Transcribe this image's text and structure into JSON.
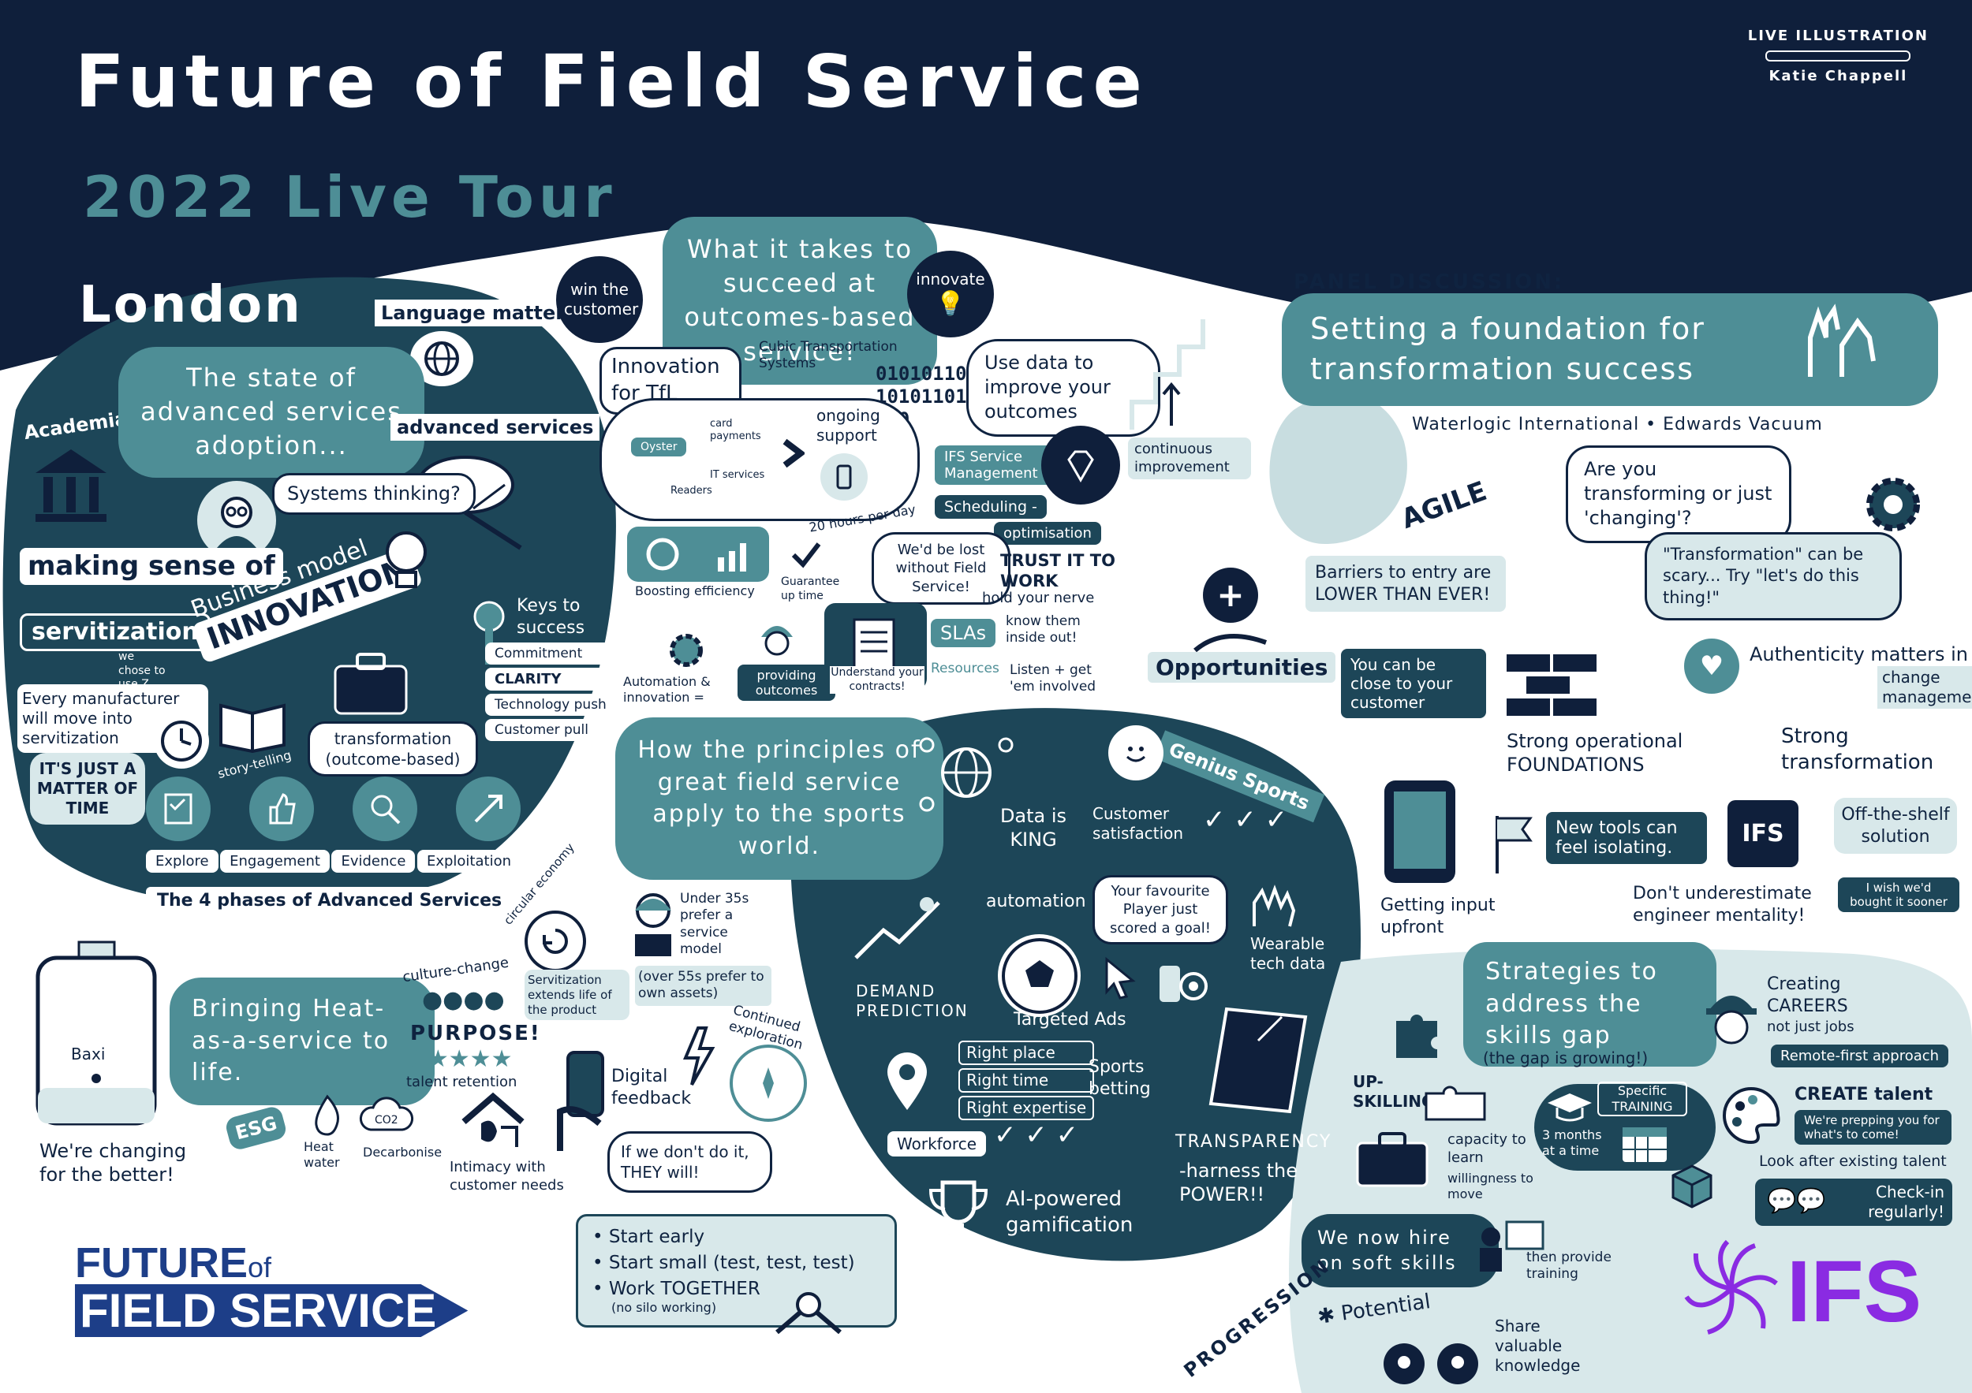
{
  "header": {
    "title": "Future of Field Service",
    "subtitle": "2022 Live Tour",
    "city": "London",
    "credit_top": "LIVE ILLUSTRATION",
    "credit_name": "Katie Chappell"
  },
  "left_section": {
    "academia": "Academia",
    "language": "Language matters",
    "state_bubble": "The state of advanced services adoption...",
    "advanced_services": "advanced services",
    "systems_thinking": "Systems thinking?",
    "making_sense": "making sense of",
    "servitization": "servitization",
    "we_chose": "we chose to use Z",
    "business_model": "Business model",
    "innovation": "INNOVATION",
    "keys_title": "Keys to success",
    "keys": [
      "Commitment",
      "CLARITY",
      "Technology push",
      "Customer pull"
    ],
    "every_manufacturer": "Every manufacturer will move into servitization",
    "matter_of_time": "IT'S JUST A MATTER OF TIME",
    "story_telling": "story-telling",
    "transformation": "transformation (outcome-based)",
    "phases": [
      "Explore",
      "Engagement",
      "Evidence",
      "Exploitation"
    ],
    "phases_title": "The 4 phases of Advanced Services"
  },
  "top_middle": {
    "win_customer": "win the customer",
    "succeed_bubble": "What it takes to succeed at outcomes-based service!",
    "innovate": "innovate",
    "innovation_tfl": "Innovation for TfL",
    "cubic": "Cubic Transportation Systems",
    "binary": "0101011010101101010",
    "use_data": "Use data to improve your outcomes",
    "oyster": "Oyster",
    "card_payments": "card payments",
    "readers": "Readers",
    "it_services": "IT services",
    "ongoing_support": "ongoing support",
    "hours": "20 hours per day",
    "ifs_service": "IFS Service Management",
    "scheduling": "Scheduling -",
    "optimisation": "optimisation",
    "boosting": "Boosting efficiency",
    "guarantee": "Guarantee up time",
    "lost": "We'd be lost without Field Service!",
    "trust": "TRUST IT TO WORK",
    "hold_nerve": "hold your nerve",
    "slas": "SLAs",
    "know_them": "know them inside out!",
    "automation_eq": "Automation & innovation =",
    "providing": "providing outcomes",
    "understand": "Understand your contracts!",
    "resources": "Resources",
    "listen": "Listen + get 'em involved",
    "continuous": "continuous improvement"
  },
  "panel": {
    "heading": "PANEL DISCUSSION:",
    "banner": "Setting a foundation for transformation success",
    "companies": "Waterlogic International • Edwards Vacuum",
    "agile": "AGILE",
    "transforming": "Are you transforming or just 'changing'?",
    "scary": "\"Transformation\" can be scary... Try \"let's do this thing!\"",
    "barriers": "Barriers to entry are LOWER THAN EVER!",
    "opportunities": "Opportunities",
    "close_customer": "You can be close to your customer",
    "authenticity": "Authenticity matters in",
    "change_mgmt": "change management",
    "strong_ops": "Strong operational FOUNDATIONS",
    "strong_trans": "Strong transformation",
    "new_tools": "New tools can feel isolating.",
    "ifs": "IFS",
    "off_shelf": "Off-the-shelf solution",
    "wish": "I wish we'd bought it sooner",
    "input": "Getting input upfront",
    "underestimate": "Don't underestimate engineer mentality!"
  },
  "sports": {
    "genius": "Genius Sports",
    "bubble": "How the principles of great field service apply to the sports world.",
    "data_king": "Data is KING",
    "satisfaction": "Customer satisfaction",
    "automation": "automation",
    "favourite": "Your favourite Player just scored a goal!",
    "wearable": "Wearable tech data",
    "demand": "DEMAND PREDICTION",
    "ads": "Targeted Ads",
    "right": [
      "Right place",
      "Right time",
      "Right expertise"
    ],
    "betting": "Sports betting",
    "workforce": "Workforce",
    "transparency": "TRANSPARENCY",
    "harness": "-harness the POWER!!",
    "ai": "AI-powered gamification"
  },
  "bottom_left": {
    "baxi": "Baxi",
    "heat_bubble": "Bringing Heat-as-a-service to life.",
    "changing": "We're changing for the better!",
    "esg": "ESG",
    "heat_water": "Heat water",
    "decarbonise": "Decarbonise",
    "co2": "CO2",
    "culture": "culture-change",
    "purpose": "PURPOSE!",
    "talent": "talent retention",
    "circular": "circular economy",
    "extends": "Servitization extends life of the product",
    "under35": "Under 35s prefer a service model",
    "over55": "(over 55s prefer to own assets)",
    "digital": "Digital feedback",
    "continued": "Continued exploration",
    "intimacy": "Intimacy with customer needs",
    "they_will": "If we don't do it, THEY will!",
    "tips": [
      "Start early",
      "Start small (test, test, test)",
      "Work TOGETHER"
    ],
    "no_silo": "(no silo working)"
  },
  "skills": {
    "bubble": "Strategies to address the skills gap",
    "growing": "(the gap is growing!)",
    "creating": "Creating CAREERS",
    "not_jobs": "not just jobs",
    "remote": "Remote-first approach",
    "upskilling": "UP-SKILLING",
    "specific": "Specific TRAINING",
    "months": "3 months at a time",
    "capacity": "capacity to learn",
    "willingness": "willingness to move",
    "create_talent": "CREATE talent",
    "prepping": "We're prepping you for what's to come!",
    "look_after": "Look after existing talent",
    "check_in": "Check-in regularly!",
    "soft_skills": "We now hire on soft skills",
    "then_provide": "then provide training",
    "potential": "Potential",
    "progression": "PROGRESSION",
    "share": "Share valuable knowledge"
  },
  "logos": {
    "fos_top": "FUTURE",
    "fos_of": "of",
    "fos_bottom": "FIELD SERVICE",
    "ifs": "IFS"
  }
}
